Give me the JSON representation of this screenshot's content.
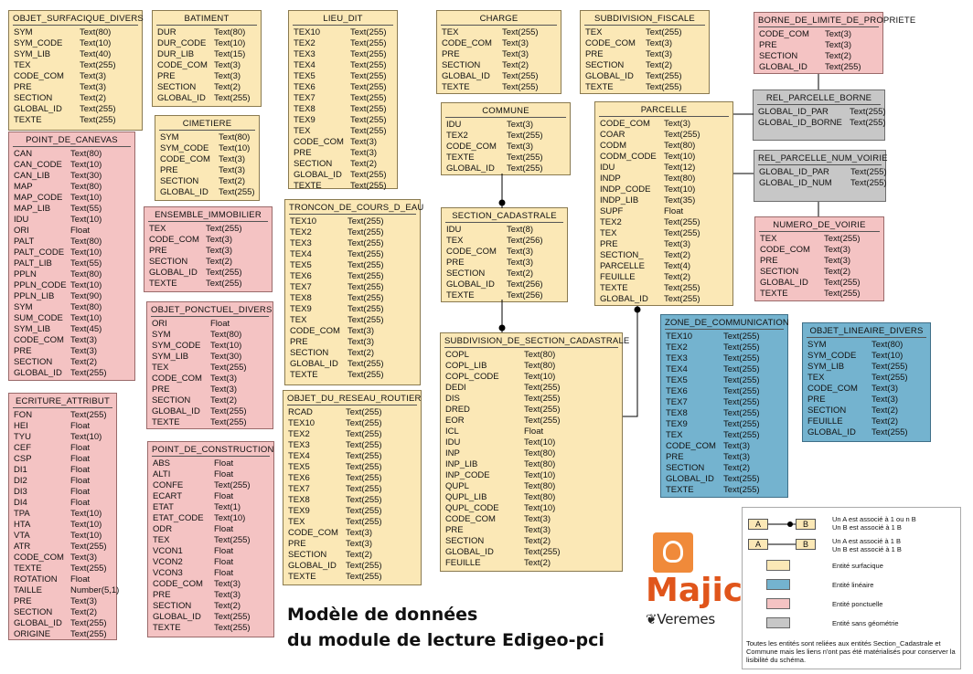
{
  "colors": {
    "surfacique": "#fbe8b6",
    "lineaire": "#74b3cf",
    "ponctuelle": "#f4c3c3",
    "sans_geometrie": "#c7c7c7",
    "logo_orange": "#e0551b"
  },
  "entities": [
    {
      "id": "objet_surfacique_divers",
      "title": "OBJET_SURFACIQUE_DIVERS",
      "kind": "surf",
      "fields": [
        [
          "SYM",
          "Text(80)"
        ],
        [
          "SYM_CODE",
          "Text(10)"
        ],
        [
          "SYM_LIB",
          "Text(40)"
        ],
        [
          "TEX",
          "Text(255)"
        ],
        [
          "CODE_COM",
          "Text(3)"
        ],
        [
          "PRE",
          "Text(3)"
        ],
        [
          "SECTION",
          "Text(2)"
        ],
        [
          "GLOBAL_ID",
          "Text(255)"
        ],
        [
          "TEXTE",
          "Text(255)"
        ]
      ]
    },
    {
      "id": "batiment",
      "title": "BATIMENT",
      "kind": "surf",
      "fields": [
        [
          "DUR",
          "Text(80)"
        ],
        [
          "DUR_CODE",
          "Text(10)"
        ],
        [
          "DUR_LIB",
          "Text(15)"
        ],
        [
          "CODE_COM",
          "Text(3)"
        ],
        [
          "PRE",
          "Text(3)"
        ],
        [
          "SECTION",
          "Text(2)"
        ],
        [
          "GLOBAL_ID",
          "Text(255)"
        ]
      ]
    },
    {
      "id": "cimetiere",
      "title": "CIMETIERE",
      "kind": "surf",
      "fields": [
        [
          "SYM",
          "Text(80)"
        ],
        [
          "SYM_CODE",
          "Text(10)"
        ],
        [
          "CODE_COM",
          "Text(3)"
        ],
        [
          "PRE",
          "Text(3)"
        ],
        [
          "SECTION",
          "Text(2)"
        ],
        [
          "GLOBAL_ID",
          "Text(255)"
        ]
      ]
    },
    {
      "id": "point_de_canevas",
      "title": "POINT_DE_CANEVAS",
      "kind": "pon",
      "fields": [
        [
          "CAN",
          "Text(80)"
        ],
        [
          "CAN_CODE",
          "Text(10)"
        ],
        [
          "CAN_LIB",
          "Text(30)"
        ],
        [
          "MAP",
          "Text(80)"
        ],
        [
          "MAP_CODE",
          "Text(10)"
        ],
        [
          "MAP_LIB",
          "Text(55)"
        ],
        [
          "IDU",
          "Text(10)"
        ],
        [
          "ORI",
          "Float"
        ],
        [
          "PALT",
          "Text(80)"
        ],
        [
          "PALT_CODE",
          "Text(10)"
        ],
        [
          "PALT_LIB",
          "Text(55)"
        ],
        [
          "PPLN",
          "Text(80)"
        ],
        [
          "PPLN_CODE",
          "Text(10)"
        ],
        [
          "PPLN_LIB",
          "Text(90)"
        ],
        [
          "SYM",
          "Text(80)"
        ],
        [
          "SUM_CODE",
          "Text(10)"
        ],
        [
          "SYM_LIB",
          "Text(45)"
        ],
        [
          "CODE_COM",
          "Text(3)"
        ],
        [
          "PRE",
          "Text(3)"
        ],
        [
          "SECTION",
          "Text(2)"
        ],
        [
          "GLOBAL_ID",
          "Text(255)"
        ]
      ]
    },
    {
      "id": "ensemble_immobilier",
      "title": "ENSEMBLE_IMMOBILIER",
      "kind": "pon",
      "fields": [
        [
          "TEX",
          "Text(255)"
        ],
        [
          "CODE_COM",
          "Text(3)"
        ],
        [
          "PRE",
          "Text(3)"
        ],
        [
          "SECTION",
          "Text(2)"
        ],
        [
          "GLOBAL_ID",
          "Text(255)"
        ],
        [
          "TEXTE",
          "Text(255)"
        ]
      ]
    },
    {
      "id": "objet_ponctuel_divers",
      "title": "OBJET_PONCTUEL_DIVERS",
      "kind": "pon",
      "fields": [
        [
          "ORI",
          "Float"
        ],
        [
          "SYM",
          "Text(80)"
        ],
        [
          "SYM_CODE",
          "Text(10)"
        ],
        [
          "SYM_LIB",
          "Text(30)"
        ],
        [
          "TEX",
          "Text(255)"
        ],
        [
          "CODE_COM",
          "Text(3)"
        ],
        [
          "PRE",
          "Text(3)"
        ],
        [
          "SECTION",
          "Text(2)"
        ],
        [
          "GLOBAL_ID",
          "Text(255)"
        ],
        [
          "TEXTE",
          "Text(255)"
        ]
      ]
    },
    {
      "id": "ecriture_attribut",
      "title": "ECRITURE_ATTRIBUT",
      "kind": "pon",
      "fields": [
        [
          "FON",
          "Text(255)"
        ],
        [
          "HEI",
          "Float"
        ],
        [
          "TYU",
          "Text(10)"
        ],
        [
          "CEF",
          "Float"
        ],
        [
          "CSP",
          "Float"
        ],
        [
          "DI1",
          "Float"
        ],
        [
          "DI2",
          "Float"
        ],
        [
          "DI3",
          "Float"
        ],
        [
          "DI4",
          "Float"
        ],
        [
          "TPA",
          "Text(10)"
        ],
        [
          "HTA",
          "Text(10)"
        ],
        [
          "VTA",
          "Text(10)"
        ],
        [
          "ATR",
          "Text(255)"
        ],
        [
          "CODE_COM",
          "Text(3)"
        ],
        [
          "TEXTE",
          "Text(255)"
        ],
        [
          "ROTATION",
          "Float"
        ],
        [
          "TAILLE",
          "Number(5,1)"
        ],
        [
          "PRE",
          "Text(3)"
        ],
        [
          "SECTION",
          "Text(2)"
        ],
        [
          "GLOBAL_ID",
          "Text(255)"
        ],
        [
          "ORIGINE",
          "Text(255)"
        ]
      ]
    },
    {
      "id": "point_de_construction",
      "title": "POINT_DE_CONSTRUCTION",
      "kind": "pon",
      "fields": [
        [
          "ABS",
          "Float"
        ],
        [
          "ALTI",
          "Float"
        ],
        [
          "CONFE",
          "Text(255)"
        ],
        [
          "ECART",
          "Float"
        ],
        [
          "ETAT",
          "Text(1)"
        ],
        [
          "ETAT_CODE",
          "Text(10)"
        ],
        [
          "ODR",
          "Float"
        ],
        [
          "TEX",
          "Text(255)"
        ],
        [
          "VCON1",
          "Float"
        ],
        [
          "VCON2",
          "Float"
        ],
        [
          "VCON3",
          "Float"
        ],
        [
          "CODE_COM",
          "Text(3)"
        ],
        [
          "PRE",
          "Text(3)"
        ],
        [
          "SECTION",
          "Text(2)"
        ],
        [
          "GLOBAL_ID",
          "Text(255)"
        ],
        [
          "TEXTE",
          "Text(255)"
        ]
      ]
    },
    {
      "id": "lieu_dit",
      "title": "LIEU_DIT",
      "kind": "surf",
      "fields": [
        [
          "TEX10",
          "Text(255)"
        ],
        [
          "TEX2",
          "Text(255)"
        ],
        [
          "TEX3",
          "Text(255)"
        ],
        [
          "TEX4",
          "Text(255)"
        ],
        [
          "TEX5",
          "Text(255)"
        ],
        [
          "TEX6",
          "Text(255)"
        ],
        [
          "TEX7",
          "Text(255)"
        ],
        [
          "TEX8",
          "Text(255)"
        ],
        [
          "TEX9",
          "Text(255)"
        ],
        [
          "TEX",
          "Text(255)"
        ],
        [
          "CODE_COM",
          "Text(3)"
        ],
        [
          "PRE",
          "Text(3)"
        ],
        [
          "SECTION",
          "Text(2)"
        ],
        [
          "GLOBAL_ID",
          "Text(255)"
        ],
        [
          "TEXTE",
          "Text(255)"
        ]
      ]
    },
    {
      "id": "troncon_de_cours_d_eau",
      "title": "TRONCON_DE_COURS_D_EAU",
      "kind": "surf",
      "fields": [
        [
          "TEX10",
          "Text(255)"
        ],
        [
          "TEX2",
          "Text(255)"
        ],
        [
          "TEX3",
          "Text(255)"
        ],
        [
          "TEX4",
          "Text(255)"
        ],
        [
          "TEX5",
          "Text(255)"
        ],
        [
          "TEX6",
          "Text(255)"
        ],
        [
          "TEX7",
          "Text(255)"
        ],
        [
          "TEX8",
          "Text(255)"
        ],
        [
          "TEX9",
          "Text(255)"
        ],
        [
          "TEX",
          "Text(255)"
        ],
        [
          "CODE_COM",
          "Text(3)"
        ],
        [
          "PRE",
          "Text(3)"
        ],
        [
          "SECTION",
          "Text(2)"
        ],
        [
          "GLOBAL_ID",
          "Text(255)"
        ],
        [
          "TEXTE",
          "Text(255)"
        ]
      ]
    },
    {
      "id": "objet_du_reseau_routier",
      "title": "OBJET_DU_RESEAU_ROUTIER",
      "kind": "surf",
      "fields": [
        [
          "RCAD",
          "Text(255)"
        ],
        [
          "TEX10",
          "Text(255)"
        ],
        [
          "TEX2",
          "Text(255)"
        ],
        [
          "TEX3",
          "Text(255)"
        ],
        [
          "TEX4",
          "Text(255)"
        ],
        [
          "TEX5",
          "Text(255)"
        ],
        [
          "TEX6",
          "Text(255)"
        ],
        [
          "TEX7",
          "Text(255)"
        ],
        [
          "TEX8",
          "Text(255)"
        ],
        [
          "TEX9",
          "Text(255)"
        ],
        [
          "TEX",
          "Text(255)"
        ],
        [
          "CODE_COM",
          "Text(3)"
        ],
        [
          "PRE",
          "Text(3)"
        ],
        [
          "SECTION",
          "Text(2)"
        ],
        [
          "GLOBAL_ID",
          "Text(255)"
        ],
        [
          "TEXTE",
          "Text(255)"
        ]
      ]
    },
    {
      "id": "charge",
      "title": "CHARGE",
      "kind": "surf",
      "fields": [
        [
          "TEX",
          "Text(255)"
        ],
        [
          "CODE_COM",
          "Text(3)"
        ],
        [
          "PRE",
          "Text(3)"
        ],
        [
          "SECTION",
          "Text(2)"
        ],
        [
          "GLOBAL_ID",
          "Text(255)"
        ],
        [
          "TEXTE",
          "Text(255)"
        ]
      ]
    },
    {
      "id": "commune",
      "title": "COMMUNE",
      "kind": "surf",
      "fields": [
        [
          "IDU",
          "Text(3)"
        ],
        [
          "TEX2",
          "Text(255)"
        ],
        [
          "CODE_COM",
          "Text(3)"
        ],
        [
          "TEXTE",
          "Text(255)"
        ],
        [
          "GLOBAL_ID",
          "Text(255)"
        ]
      ]
    },
    {
      "id": "section_cadastrale",
      "title": "SECTION_CADASTRALE",
      "kind": "surf",
      "fields": [
        [
          "IDU",
          "Text(8)"
        ],
        [
          "TEX",
          "Text(256)"
        ],
        [
          "CODE_COM",
          "Text(3)"
        ],
        [
          "PRE",
          "Text(3)"
        ],
        [
          "SECTION",
          "Text(2)"
        ],
        [
          "GLOBAL_ID",
          "Text(256)"
        ],
        [
          "TEXTE",
          "Text(256)"
        ]
      ]
    },
    {
      "id": "subdivision_de_section_cadastrale",
      "title": "SUBDIVISION_DE_SECTION_CADASTRALE",
      "kind": "surf",
      "fields": [
        [
          "COPL",
          "Text(80)"
        ],
        [
          "COPL_LIB",
          "Text(80)"
        ],
        [
          "COPL_CODE",
          "Text(10)"
        ],
        [
          "DEDI",
          "Text(255)"
        ],
        [
          "DIS",
          "Text(255)"
        ],
        [
          "DRED",
          "Text(255)"
        ],
        [
          "EOR",
          "Text(255)"
        ],
        [
          "ICL",
          "Float"
        ],
        [
          "IDU",
          "Text(10)"
        ],
        [
          "INP",
          "Text(80)"
        ],
        [
          "INP_LIB",
          "Text(80)"
        ],
        [
          "INP_CODE",
          "Text(10)"
        ],
        [
          "QUPL",
          "Text(80)"
        ],
        [
          "QUPL_LIB",
          "Text(80)"
        ],
        [
          "QUPL_CODE",
          "Text(10)"
        ],
        [
          "CODE_COM",
          "Text(3)"
        ],
        [
          "PRE",
          "Text(3)"
        ],
        [
          "SECTION",
          "Text(2)"
        ],
        [
          "GLOBAL_ID",
          "Text(255)"
        ],
        [
          "FEUILLE",
          "Text(2)"
        ]
      ]
    },
    {
      "id": "subdivision_fiscale",
      "title": "SUBDIVISION_FISCALE",
      "kind": "surf",
      "fields": [
        [
          "TEX",
          "Text(255)"
        ],
        [
          "CODE_COM",
          "Text(3)"
        ],
        [
          "PRE",
          "Text(3)"
        ],
        [
          "SECTION",
          "Text(2)"
        ],
        [
          "GLOBAL_ID",
          "Text(255)"
        ],
        [
          "TEXTE",
          "Text(255)"
        ]
      ]
    },
    {
      "id": "parcelle",
      "title": "PARCELLE",
      "kind": "surf",
      "fields": [
        [
          "CODE_COM",
          "Text(3)"
        ],
        [
          "COAR",
          "Text(255)"
        ],
        [
          "CODM",
          "Text(80)"
        ],
        [
          "CODM_CODE",
          "Text(10)"
        ],
        [
          "IDU",
          "Text(12)"
        ],
        [
          "INDP",
          "Text(80)"
        ],
        [
          "INDP_CODE",
          "Text(10)"
        ],
        [
          "INDP_LIB",
          "Text(35)"
        ],
        [
          "SUPF",
          "Float"
        ],
        [
          "TEX2",
          "Text(255)"
        ],
        [
          "TEX",
          "Text(255)"
        ],
        [
          "PRE",
          "Text(3)"
        ],
        [
          "SECTION_",
          "Text(2)"
        ],
        [
          "PARCELLE",
          "Text(4)"
        ],
        [
          "FEUILLE",
          "Text(2)"
        ],
        [
          "TEXTE",
          "Text(255)"
        ],
        [
          "GLOBAL_ID",
          "Text(255)"
        ]
      ]
    },
    {
      "id": "zone_de_communication",
      "title": "ZONE_DE_COMMUNICATION",
      "kind": "lin",
      "fields": [
        [
          "TEX10",
          "Text(255)"
        ],
        [
          "TEX2",
          "Text(255)"
        ],
        [
          "TEX3",
          "Text(255)"
        ],
        [
          "TEX4",
          "Text(255)"
        ],
        [
          "TEX5",
          "Text(255)"
        ],
        [
          "TEX6",
          "Text(255)"
        ],
        [
          "TEX7",
          "Text(255)"
        ],
        [
          "TEX8",
          "Text(255)"
        ],
        [
          "TEX9",
          "Text(255)"
        ],
        [
          "TEX",
          "Text(255)"
        ],
        [
          "CODE_COM",
          "Text(3)"
        ],
        [
          "PRE",
          "Text(3)"
        ],
        [
          "SECTION",
          "Text(2)"
        ],
        [
          "GLOBAL_ID",
          "Text(255)"
        ],
        [
          "TEXTE",
          "Text(255)"
        ]
      ]
    },
    {
      "id": "borne_de_limite_de_propriete",
      "title": "BORNE_DE_LIMITE_DE_PROPRIETE",
      "kind": "pon",
      "fields": [
        [
          "CODE_COM",
          "Text(3)"
        ],
        [
          "PRE",
          "Text(3)"
        ],
        [
          "SECTION",
          "Text(2)"
        ],
        [
          "GLOBAL_ID",
          "Text(255)"
        ]
      ]
    },
    {
      "id": "rel_parcelle_borne",
      "title": "REL_PARCELLE_BORNE",
      "kind": "sans",
      "fields": [
        [
          "GLOBAL_ID_PAR",
          "Text(255)"
        ],
        [
          "GLOBAL_ID_BORNE",
          "Text(255)"
        ]
      ]
    },
    {
      "id": "rel_parcelle_num_voirie",
      "title": "REL_PARCELLE_NUM_VOIRIE",
      "kind": "sans",
      "fields": [
        [
          "GLOBAL_ID_PAR",
          "Text(255)"
        ],
        [
          "GLOBAL_ID_NUM",
          "Text(255)"
        ]
      ]
    },
    {
      "id": "numero_de_voirie",
      "title": "NUMERO_DE_VOIRIE",
      "kind": "pon",
      "fields": [
        [
          "TEX",
          "Text(255)"
        ],
        [
          "CODE_COM",
          "Text(3)"
        ],
        [
          "PRE",
          "Text(3)"
        ],
        [
          "SECTION",
          "Text(2)"
        ],
        [
          "GLOBAL_ID",
          "Text(255)"
        ],
        [
          "TEXTE",
          "Text(255)"
        ]
      ]
    },
    {
      "id": "objet_lineaire_divers",
      "title": "OBJET_LINEAIRE_DIVERS",
      "kind": "lin",
      "fields": [
        [
          "SYM",
          "Text(80)"
        ],
        [
          "SYM_CODE",
          "Text(10)"
        ],
        [
          "SYM_LIB",
          "Text(255)"
        ],
        [
          "TEX",
          "Text(255)"
        ],
        [
          "CODE_COM",
          "Text(3)"
        ],
        [
          "PRE",
          "Text(3)"
        ],
        [
          "SECTION",
          "Text(2)"
        ],
        [
          "FEUILLE",
          "Text(2)"
        ],
        [
          "GLOBAL_ID",
          "Text(255)"
        ]
      ]
    }
  ],
  "title": {
    "line1": "Modèle de données",
    "line2": "du module de lecture Edigeo-pci"
  },
  "logo": {
    "name": "Majic",
    "company": "Veremes"
  },
  "legend": {
    "box_a": "A",
    "box_b": "B",
    "rel1_line1": "Un A est associé à 1 ou n B",
    "rel1_line2": "Un B est associé à 1 B",
    "rel2_line1": "Un A est associé à 1 B",
    "rel2_line2": "Un B est associé à 1 B",
    "surfacique": "Entité surfacique",
    "lineaire": "Entité linéaire",
    "ponctuelle": "Entité ponctuelle",
    "sans_geometrie": "Entité sans géométrie",
    "note": "Toutes les entités sont reliées aux entités Section_Cadastrale et Commune mais les liens n'ont pas été matérialisés pour conserver la lisibilité du schéma."
  }
}
